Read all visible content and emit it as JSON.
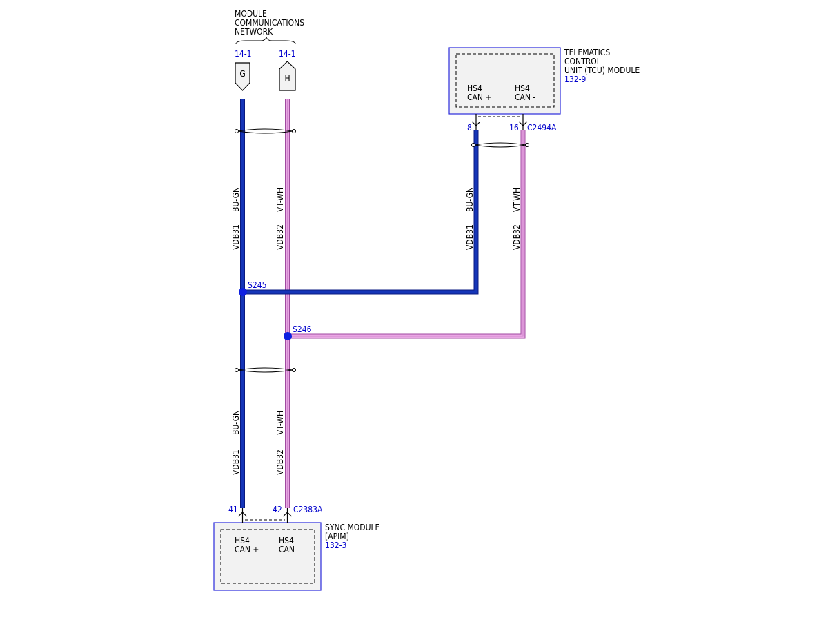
{
  "colors": {
    "blue_wire": "#1535b8",
    "blue_wire_dark": "#0a1a80",
    "violet_wire": "#e9a7e3",
    "violet_wire_edge": "#a04aa0",
    "splice": "#0d1fe0",
    "ref_text": "#0000cc",
    "module_fill": "#f2f2f2",
    "module_border": "#2a2adc"
  },
  "network": {
    "title_line1": "MODULE",
    "title_line2": "COMMUNICATIONS",
    "title_line3": "NETWORK",
    "ref_g": "14-1",
    "ref_h": "14-1",
    "conn_g": "G",
    "conn_h": "H"
  },
  "tcu": {
    "name_line1": "TELEMATICS",
    "name_line2": "CONTROL",
    "name_line3": "UNIT (TCU) MODULE",
    "ref": "132-9",
    "pin1_line1": "HS4",
    "pin1_line2": "CAN +",
    "pin2_line1": "HS4",
    "pin2_line2": "CAN -",
    "pin1_num": "8",
    "pin2_num": "16",
    "connector": "C2494A"
  },
  "sync": {
    "name_line1": "SYNC MODULE",
    "name_line2": "[APIM]",
    "ref": "132-3",
    "pin1_line1": "HS4",
    "pin1_line2": "CAN +",
    "pin2_line1": "HS4",
    "pin2_line2": "CAN -",
    "pin1_num": "41",
    "pin2_num": "42",
    "connector": "C2383A"
  },
  "splices": {
    "s1": "S245",
    "s2": "S246"
  },
  "wires": {
    "left_top_1_color": "BU-GN",
    "left_top_1_circuit": "VDB31",
    "left_top_2_color": "VT-WH",
    "left_top_2_circuit": "VDB32",
    "left_bot_1_color": "BU-GN",
    "left_bot_1_circuit": "VDB31",
    "left_bot_2_color": "VT-WH",
    "left_bot_2_circuit": "VDB32",
    "right_1_color": "BU-GN",
    "right_1_circuit": "VDB31",
    "right_2_color": "VT-WH",
    "right_2_circuit": "VDB32"
  }
}
